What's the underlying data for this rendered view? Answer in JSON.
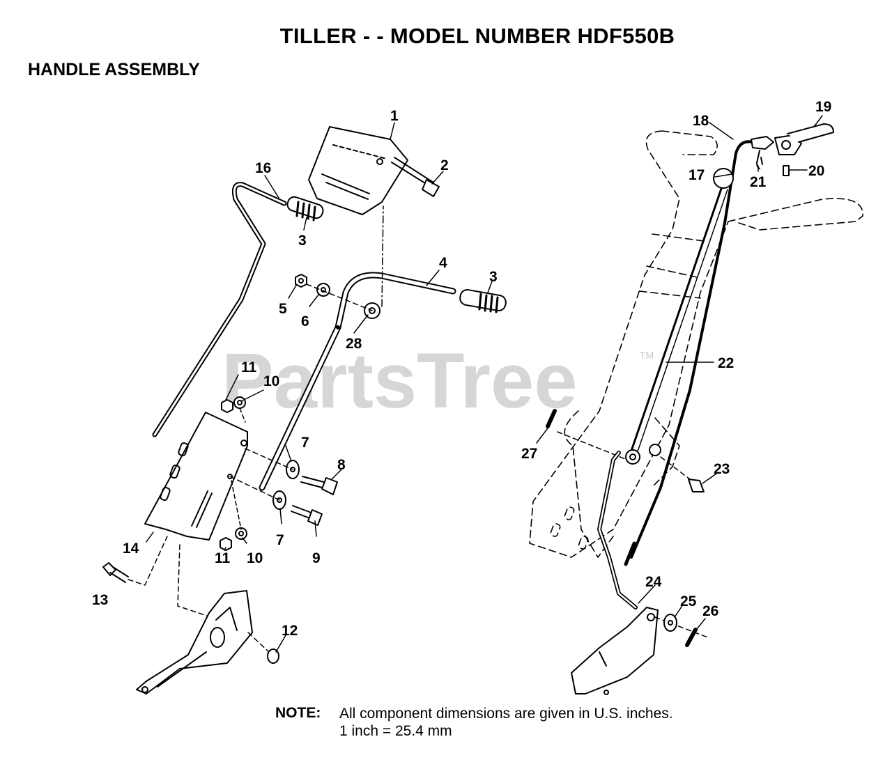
{
  "header": {
    "title": "TILLER - - MODEL NUMBER HDF550B",
    "subtitle": "HANDLE ASSEMBLY"
  },
  "watermark": {
    "text": "PartsTree",
    "tm": "TM"
  },
  "callouts": {
    "c1": "1",
    "c2": "2",
    "c3a": "3",
    "c3b": "3",
    "c4": "4",
    "c5": "5",
    "c6": "6",
    "c7a": "7",
    "c7b": "7",
    "c8": "8",
    "c9": "9",
    "c10a": "10",
    "c10b": "10",
    "c11a": "11",
    "c11b": "11",
    "c12": "12",
    "c13": "13",
    "c14": "14",
    "c16": "16",
    "c17": "17",
    "c18": "18",
    "c19": "19",
    "c20": "20",
    "c21": "21",
    "c22": "22",
    "c23": "23",
    "c24": "24",
    "c25": "25",
    "c26": "26",
    "c27": "27",
    "c28": "28"
  },
  "note": {
    "label": "NOTE:",
    "line1": "All component dimensions are given in U.S. inches.",
    "line2": "1 inch = 25.4 mm"
  }
}
